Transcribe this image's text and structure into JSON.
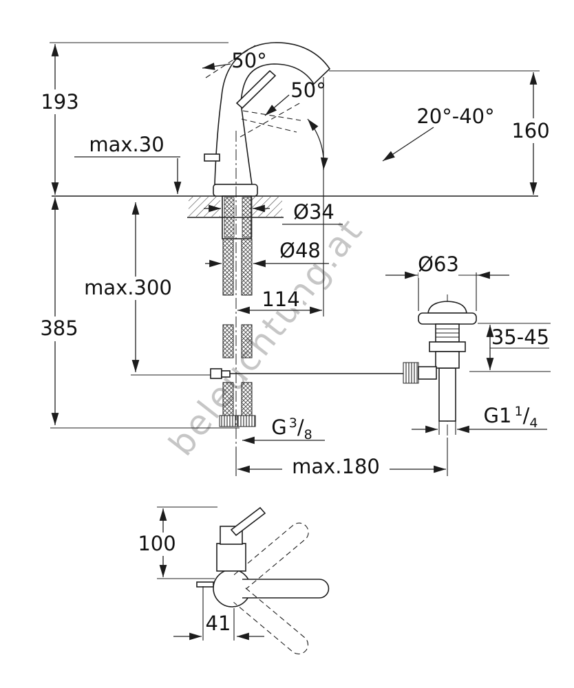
{
  "watermark": "beleuchtung.at",
  "diagram": {
    "type": "faucet-installation-dimension-drawing",
    "labels": {
      "angle_spout_top": "50°",
      "angle_spout_lower": "50°",
      "angle_handle_range": "20°-40°",
      "height_above_deck": "193",
      "spout_height": "160",
      "max_deck_thickness": "max.30",
      "shank_diameter": "Ø34",
      "hole_diameter": "Ø48",
      "max_hose_length": "max.300",
      "total_height": "385",
      "spout_reach": "114",
      "drain_flange_diameter": "Ø63",
      "drain_range": "35-45",
      "thread_supply": {
        "prefix": "G",
        "sup": "3",
        "slash": "/",
        "sub": "8"
      },
      "thread_drain": {
        "prefix": "G1",
        "sup": "1",
        "slash": "/",
        "sub": "4"
      },
      "max_rod_reach": "max.180",
      "plan_height": "100",
      "plan_offset": "41"
    }
  }
}
